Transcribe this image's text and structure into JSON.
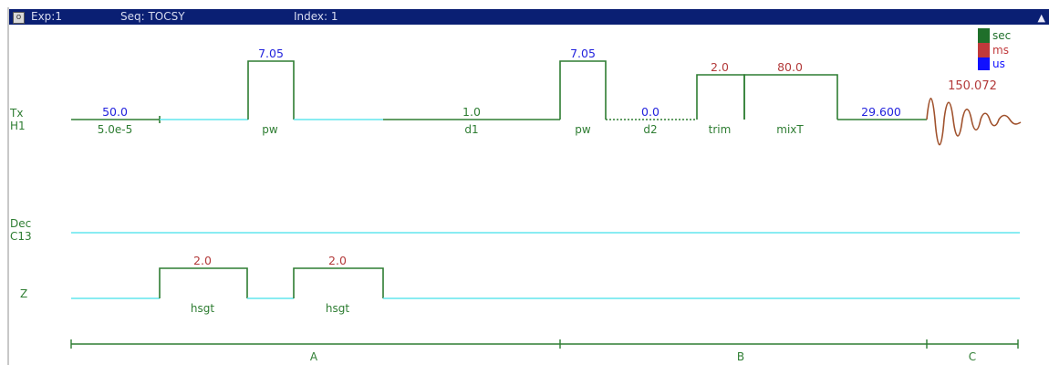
{
  "titlebar": {
    "exp": "Exp:1",
    "seq": "Seq: TOCSY",
    "index": "Index: 1"
  },
  "legend": {
    "sec": "sec",
    "ms": "ms",
    "us": "us",
    "colors": {
      "sec": "#1f6f2a",
      "ms": "#c0393b",
      "us": "#1010ff"
    }
  },
  "channels": {
    "tx": "Tx",
    "h1": "H1",
    "dec": "Dec",
    "c13": "C13",
    "z": "Z"
  },
  "tx": {
    "delay1_value": "50.0",
    "delay1_name": "5.0e-5",
    "pw1_value": "7.05",
    "pw1_name": "pw",
    "d1_value": "1.0",
    "d1_name": "d1",
    "pw2_value": "7.05",
    "pw2_name": "pw",
    "d2_value": "0.0",
    "d2_name": "d2",
    "trim_value": "2.0",
    "trim_name": "trim",
    "mix_value": "80.0",
    "mix_name": "mixT",
    "acq_delay": "29.600",
    "acq_time": "150.072"
  },
  "z": {
    "g1_value": "2.0",
    "g1_name": "hsgt",
    "g2_value": "2.0",
    "g2_name": "hsgt"
  },
  "segments": {
    "a": "A",
    "b": "B",
    "c": "C"
  },
  "colors": {
    "green": "#2e7d32",
    "cyan": "#62e6ee",
    "blue": "#2222dd",
    "red": "#b33a3a",
    "fid": "#a0522d"
  }
}
